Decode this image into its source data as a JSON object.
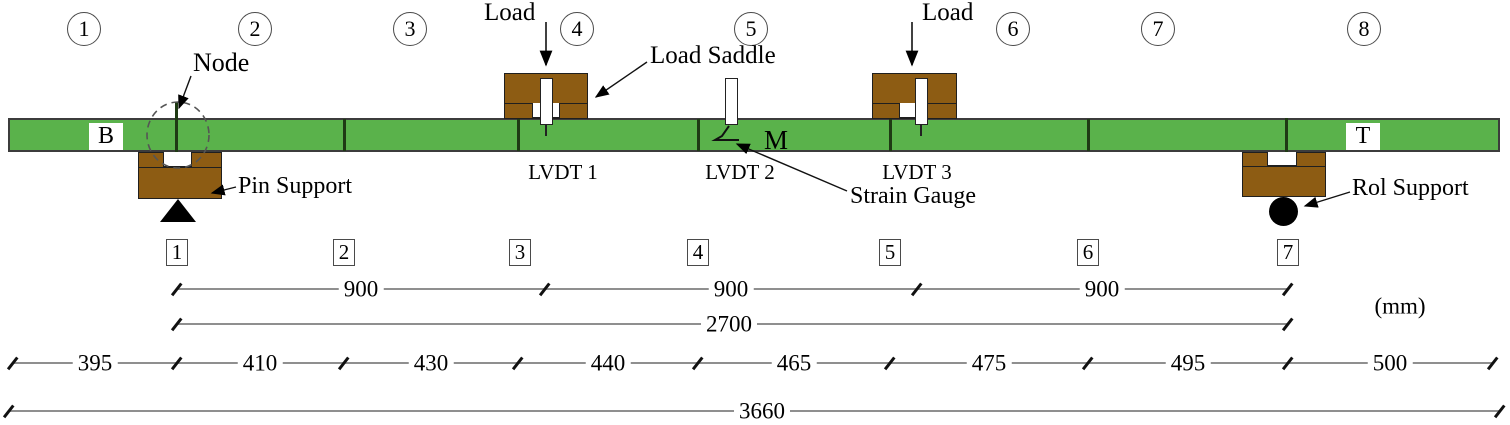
{
  "beam": {
    "left_mark": "B",
    "mid_mark": "M",
    "right_mark": "T"
  },
  "segments": [
    "1",
    "2",
    "3",
    "4",
    "5",
    "6",
    "7",
    "8"
  ],
  "nodes": [
    "1",
    "2",
    "3",
    "4",
    "5",
    "6",
    "7"
  ],
  "labels": {
    "node": "Node",
    "load": "Load",
    "load_saddle": "Load Saddle",
    "pin_support": "Pin Support",
    "strain_gauge": "Strain Gauge",
    "rol_support": "Rol Support",
    "lvdt1": "LVDT 1",
    "lvdt2": "LVDT 2",
    "lvdt3": "LVDT 3",
    "unit": "(mm)"
  },
  "dimensions": {
    "thirds": [
      "900",
      "900",
      "900"
    ],
    "span": "2700",
    "segments": [
      "395",
      "410",
      "430",
      "440",
      "465",
      "475",
      "495",
      "500"
    ],
    "overall": "3660"
  },
  "colors": {
    "beam_green": "#5ab24b",
    "wood_brown": "#8d5c13"
  }
}
